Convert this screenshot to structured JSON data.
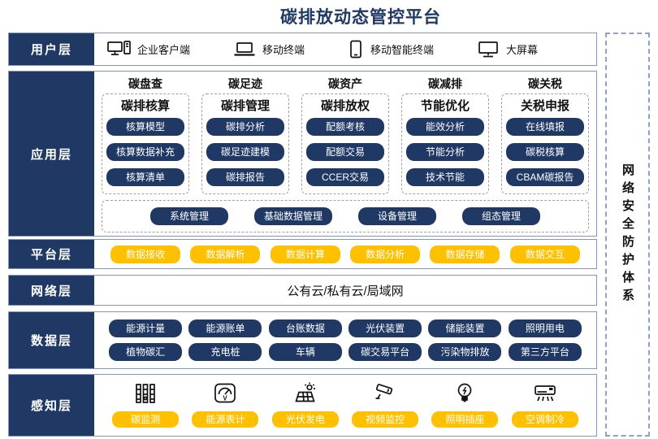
{
  "title": "碳排放动态管控平台",
  "security_sidebar": {
    "label": "网络安全防护体系"
  },
  "colors": {
    "navy": "#1f3864",
    "amber": "#ffc000",
    "band_border": "#8496b8",
    "dashed_gray": "#a0a0a0",
    "dashed_blue": "#8aa2cc"
  },
  "layers": {
    "user": {
      "label": "用户层",
      "items": [
        {
          "icon": "desktop-pc-icon",
          "label": "企业客户端"
        },
        {
          "icon": "laptop-icon",
          "label": "移动终端"
        },
        {
          "icon": "tablet-icon",
          "label": "移动智能终端"
        },
        {
          "icon": "monitor-icon",
          "label": "大屏幕"
        }
      ]
    },
    "app": {
      "label": "应用层",
      "columns": [
        {
          "category": "碳盘查",
          "module": "碳排核算",
          "items": [
            "核算模型",
            "核算数据补充",
            "核算清单"
          ]
        },
        {
          "category": "碳足迹",
          "module": "碳排管理",
          "items": [
            "碳排分析",
            "碳足迹建模",
            "碳排报告"
          ]
        },
        {
          "category": "碳资产",
          "module": "碳排放权",
          "items": [
            "配额考核",
            "配额交易",
            "CCER交易"
          ]
        },
        {
          "category": "碳减排",
          "module": "节能优化",
          "items": [
            "能效分析",
            "节能分析",
            "技术节能"
          ]
        },
        {
          "category": "碳关税",
          "module": "关税申报",
          "items": [
            "在线填报",
            "碳税核算",
            "CBAM碳报告"
          ]
        }
      ],
      "common": [
        "系统管理",
        "基础数据管理",
        "设备管理",
        "组态管理"
      ]
    },
    "platform": {
      "label": "平台层",
      "items": [
        "数据接收",
        "数据解析",
        "数据计算",
        "数据分析",
        "数据存储",
        "数据交互"
      ]
    },
    "network": {
      "label": "网络层",
      "content": "公有云/私有云/局域网"
    },
    "data": {
      "label": "数据层",
      "rows": [
        [
          "能源计量",
          "能源账单",
          "台账数据",
          "光伏装置",
          "储能装置",
          "照明用电"
        ],
        [
          "植物碳汇",
          "充电桩",
          "车辆",
          "碳交易平台",
          "污染物排放",
          "第三方平台"
        ]
      ]
    },
    "perception": {
      "label": "感知层",
      "items": [
        {
          "icon": "factory-icon",
          "label": "碳监测"
        },
        {
          "icon": "meter-icon",
          "label": "能源表计"
        },
        {
          "icon": "solar-panel-icon",
          "label": "光伏发电"
        },
        {
          "icon": "cctv-icon",
          "label": "视频监控"
        },
        {
          "icon": "bulb-icon",
          "label": "照明插座"
        },
        {
          "icon": "air-conditioner-icon",
          "label": "空调制冷"
        }
      ]
    }
  }
}
